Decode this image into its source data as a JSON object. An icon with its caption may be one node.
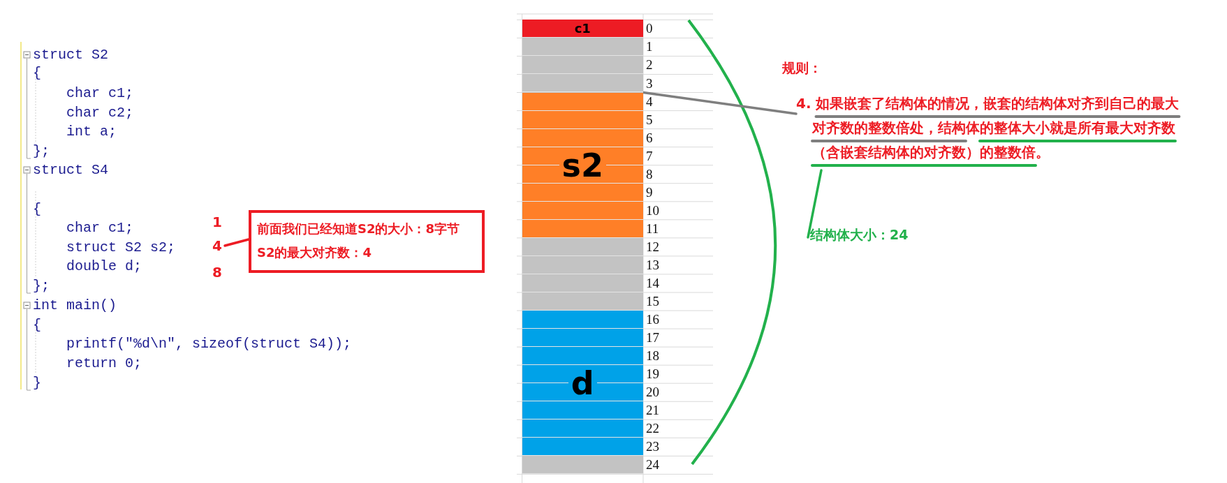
{
  "diagram": {
    "nodes": [
      {
        "text": [
          "4"
        ]
      },
      {
        "text": [
          "前面我们已经知道S2的大小：8字节",
          "S2的最大对齐数：4"
        ]
      },
      {
        "text": [
          "c1"
        ]
      },
      {
        "text": [],
        "shape": "box"
      },
      {
        "text": [
          "s2"
        ]
      },
      {
        "text": [],
        "shape": "box"
      },
      {
        "text": [
          "d"
        ]
      },
      {
        "text": [],
        "shape": "box"
      },
      {
        "text": [
          "4. 如果嵌套了结构体的情况，嵌套的结构体对齐到自己的最大对齐数的整数倍处，结构体的整体大小就是所有最大对齐数（含嵌套结构体的对齐数）的整数倍。"
        ]
      },
      {
        "text": [
          "结构体大小：24"
        ]
      }
    ],
    "edges": [
      {
        "from": 1,
        "to": 0,
        "arrow": "none",
        "color": "#ed1c24"
      },
      {
        "from": 3,
        "to": 8,
        "arrow": "none",
        "color": "#7f7f7f"
      },
      {
        "from": 8,
        "to": 9,
        "arrow": "none",
        "color": "#22b14c"
      }
    ],
    "labels": [
      "struct S2",
      "{",
      "char c1;",
      "char c2;",
      "int a;",
      "};",
      "struct S4",
      "{",
      "char c1;",
      "struct S2 s2;",
      "double d;",
      "};",
      "int main()",
      "{",
      "printf(\"%d\\n\", sizeof(struct S4));",
      "return 0;",
      "}",
      "1",
      "8",
      "0",
      "1",
      "2",
      "3",
      "4",
      "5",
      "6",
      "7",
      "8",
      "9",
      "10",
      "11",
      "12",
      "13",
      "14",
      "15",
      "16",
      "17",
      "18",
      "19",
      "20",
      "21",
      "22",
      "23",
      "24",
      "规则："
    ]
  }
}
